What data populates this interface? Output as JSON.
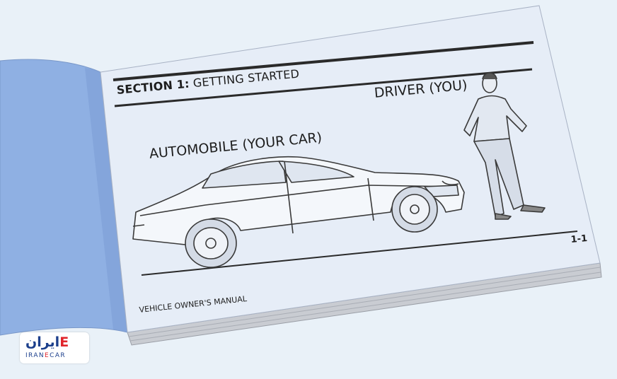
{
  "manual_page": {
    "section_number": "SECTION 1:",
    "section_title": "GETTING STARTED",
    "driver_label": "DRIVER (YOU)",
    "automobile_label": "AUTOMOBILE (YOUR CAR)",
    "page_number": "1-1",
    "footer": "VEHICLE OWNER'S MANUAL"
  },
  "logo": {
    "mark_main": "ایران",
    "mark_accent": "E",
    "name_part1": "IRAN",
    "name_accent": "E",
    "name_part2": "CAR"
  },
  "colors": {
    "background": "#e9f1f8",
    "left_page": "#8fb0e3",
    "right_page": "#e6edf7",
    "ink": "#1d1d1d",
    "logo_blue": "#1c3f8c",
    "logo_red": "#e1252b"
  }
}
